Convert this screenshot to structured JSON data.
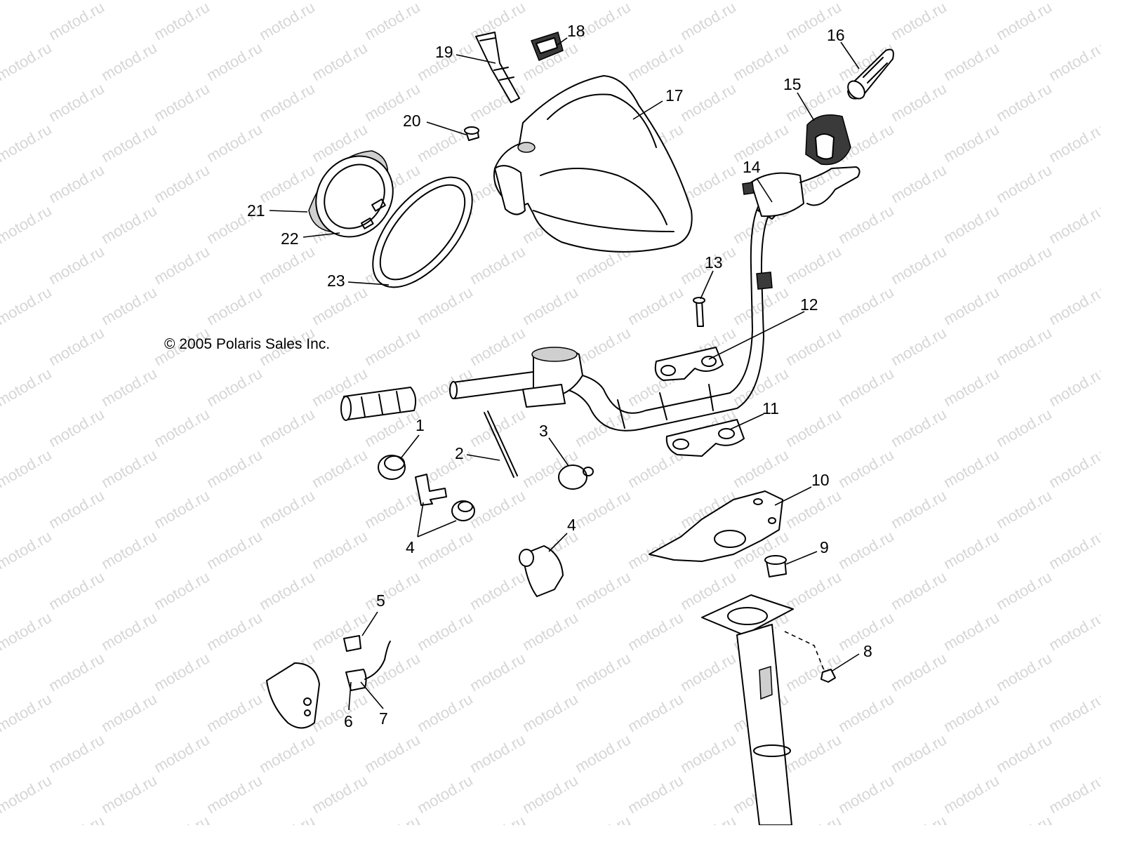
{
  "copyright": "© 2005 Polaris Sales Inc.",
  "watermark": "motod.ru",
  "callouts": {
    "c1": "1",
    "c2": "2",
    "c3": "3",
    "c4a": "4",
    "c4b": "4",
    "c5": "5",
    "c6": "6",
    "c7": "7",
    "c8": "8",
    "c9": "9",
    "c10": "10",
    "c11": "11",
    "c12": "12",
    "c13": "13",
    "c14": "14",
    "c15": "15",
    "c16": "16",
    "c17": "17",
    "c18": "18",
    "c19": "19",
    "c20": "20",
    "c21": "21",
    "c22": "22",
    "c23": "23"
  },
  "colors": {
    "line": "#000000",
    "watermark": "#d6d6d6",
    "background": "#ffffff"
  }
}
